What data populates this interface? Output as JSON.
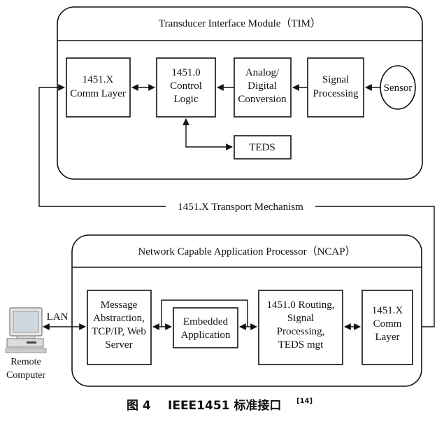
{
  "tim": {
    "title": "Transducer Interface Module（TIM）",
    "comm_layer": [
      "1451.X",
      "Comm Layer"
    ],
    "control_logic": [
      "1451.0",
      "Control",
      "Logic"
    ],
    "adc": [
      "Analog/",
      "Digital",
      "Conversion"
    ],
    "signal_processing": [
      "Signal",
      "Processing"
    ],
    "sensor": "Sensor",
    "teds": "TEDS"
  },
  "transport": "1451.X Transport Mechanism",
  "ncap": {
    "title": "Network Capable Application Processor（NCAP）",
    "message": [
      "Message",
      "Abstraction,",
      "TCP/IP, Web",
      "Server"
    ],
    "embedded": [
      "Embedded",
      "Application"
    ],
    "routing": [
      "1451.0 Routing,",
      "Signal",
      "Processing,",
      "TEDS mgt"
    ],
    "comm_layer": [
      "1451.X",
      "Comm",
      "Layer"
    ]
  },
  "remote": {
    "lan": "LAN",
    "label": [
      "Remote",
      "Computer"
    ]
  },
  "caption": {
    "fig": "图 4",
    "title": "IEEE1451 标准接口",
    "ref": "[14]"
  }
}
